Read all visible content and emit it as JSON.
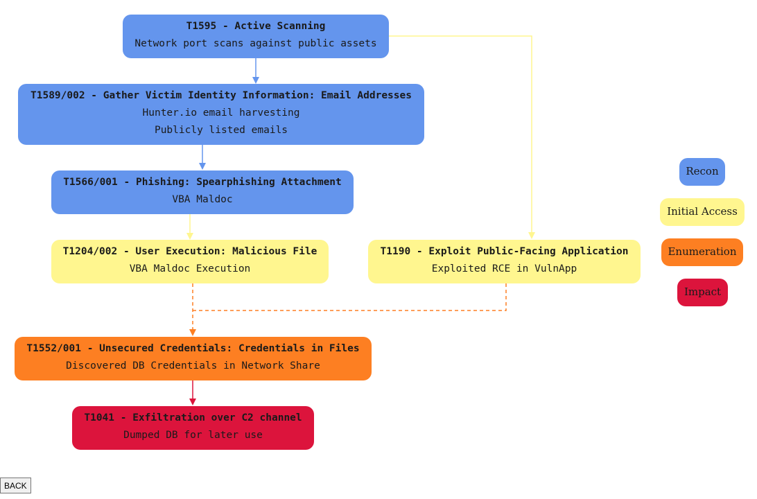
{
  "nodes": [
    {
      "id": "n1",
      "title": "T1595 - Active Scanning",
      "lines": [
        "Network port scans against public assets"
      ],
      "category": "recon"
    },
    {
      "id": "n2",
      "title": "T1589/002 - Gather Victim Identity Information: Email Addresses",
      "lines": [
        "Hunter.io email harvesting",
        "Publicly listed emails"
      ],
      "category": "recon"
    },
    {
      "id": "n3",
      "title": "T1566/001 - Phishing: Spearphishing Attachment",
      "lines": [
        "VBA Maldoc"
      ],
      "category": "recon"
    },
    {
      "id": "n4",
      "title": "T1204/002 - User Execution: Malicious File",
      "lines": [
        "VBA Maldoc Execution"
      ],
      "category": "initial"
    },
    {
      "id": "n5",
      "title": "T1190 - Exploit Public-Facing Application",
      "lines": [
        "Exploited RCE in VulnApp"
      ],
      "category": "initial"
    },
    {
      "id": "n6",
      "title": "T1552/001 - Unsecured Credentials: Credentials in Files",
      "lines": [
        "Discovered DB Credentials in Network Share"
      ],
      "category": "enum"
    },
    {
      "id": "n7",
      "title": "T1041 - Exfiltration over C2 channel",
      "lines": [
        "Dumped DB for later use"
      ],
      "category": "impact"
    }
  ],
  "edges": [
    {
      "from": "n1",
      "to": "n2",
      "color": "#6495ed",
      "style": "solid"
    },
    {
      "from": "n2",
      "to": "n3",
      "color": "#6495ed",
      "style": "solid"
    },
    {
      "from": "n3",
      "to": "n4",
      "color": "#fff68f",
      "style": "solid"
    },
    {
      "from": "n1",
      "to": "n5",
      "color": "#fff68f",
      "style": "solid"
    },
    {
      "from": "n4",
      "to": "n6",
      "color": "#fd7f22",
      "style": "dashed"
    },
    {
      "from": "n5",
      "to": "n6",
      "color": "#fd7f22",
      "style": "dashed"
    },
    {
      "from": "n6",
      "to": "n7",
      "color": "#dc143c",
      "style": "solid"
    }
  ],
  "legend": [
    {
      "label": "Recon",
      "category": "recon"
    },
    {
      "label": "Initial Access",
      "category": "initial"
    },
    {
      "label": "Enumeration",
      "category": "enum"
    },
    {
      "label": "Impact",
      "category": "impact"
    }
  ],
  "colors": {
    "recon": "#6495ed",
    "initial": "#fff68f",
    "enum": "#fd7f22",
    "impact": "#dc143c"
  },
  "back_button": {
    "label": "BACK"
  }
}
